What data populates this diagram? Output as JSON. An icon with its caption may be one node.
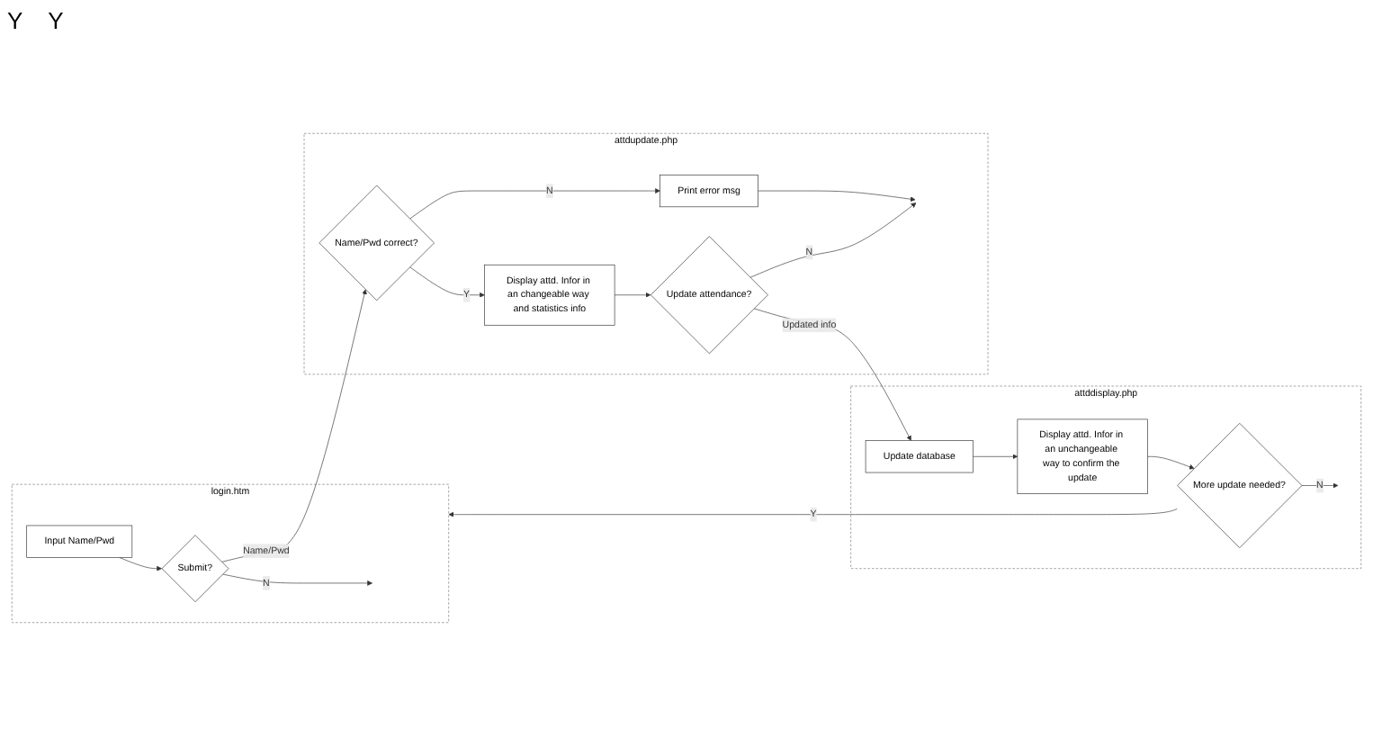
{
  "diagram": {
    "nodes": [
      {
        "text": [
          "login.htm"
        ]
      },
      {
        "text": [
          "Input Name/Pwd"
        ],
        "in": 0
      },
      {
        "text": [
          "Submit?"
        ],
        "in": 0
      },
      {
        "text": [
          "attdupdate.php"
        ]
      },
      {
        "text": [
          "Name/Pwd correct?"
        ],
        "in": 3
      },
      {
        "text": [
          "Display attd. Infor in an changeable way and statistics info"
        ],
        "in": 3
      },
      {
        "text": [
          "Update attendance?"
        ],
        "in": 3
      },
      {
        "text": [
          "Print error msg"
        ],
        "in": 3
      },
      {
        "text": [
          "attddisplay.php"
        ]
      },
      {
        "text": [
          "Update database"
        ],
        "in": 8
      },
      {
        "text": [
          "Display attd. Infor in an unchangeable way to confirm the update"
        ],
        "in": 8
      },
      {
        "text": [
          "More update needed?"
        ],
        "in": 8
      }
    ],
    "edges": [
      {
        "from": 1,
        "to": 2,
        "arrow": "to"
      },
      {
        "from": 2,
        "to": null,
        "arrow": "to",
        "label": "N"
      },
      {
        "from": 2,
        "to": 4,
        "arrow": "to",
        "label": "Name/Pwd"
      },
      {
        "from": 4,
        "to": 5,
        "arrow": "to",
        "label": "Y"
      },
      {
        "from": 4,
        "to": 7,
        "arrow": "to",
        "label": "N"
      },
      {
        "from": 5,
        "to": 6,
        "arrow": "to"
      },
      {
        "from": 6,
        "to": 9,
        "arrow": "to",
        "label": "Updated info"
      },
      {
        "from": 6,
        "to": null,
        "arrow": "to",
        "label": "N"
      },
      {
        "from": 7,
        "to": null,
        "arrow": "to"
      },
      {
        "from": 9,
        "to": 10,
        "arrow": "to"
      },
      {
        "from": 10,
        "to": 11,
        "arrow": "to"
      },
      {
        "from": 11,
        "to": 0,
        "arrow": "to",
        "label": "Y"
      },
      {
        "from": 11,
        "to": null,
        "arrow": "to",
        "label": "N"
      }
    ],
    "labels": [
      "Y",
      "Y"
    ]
  }
}
